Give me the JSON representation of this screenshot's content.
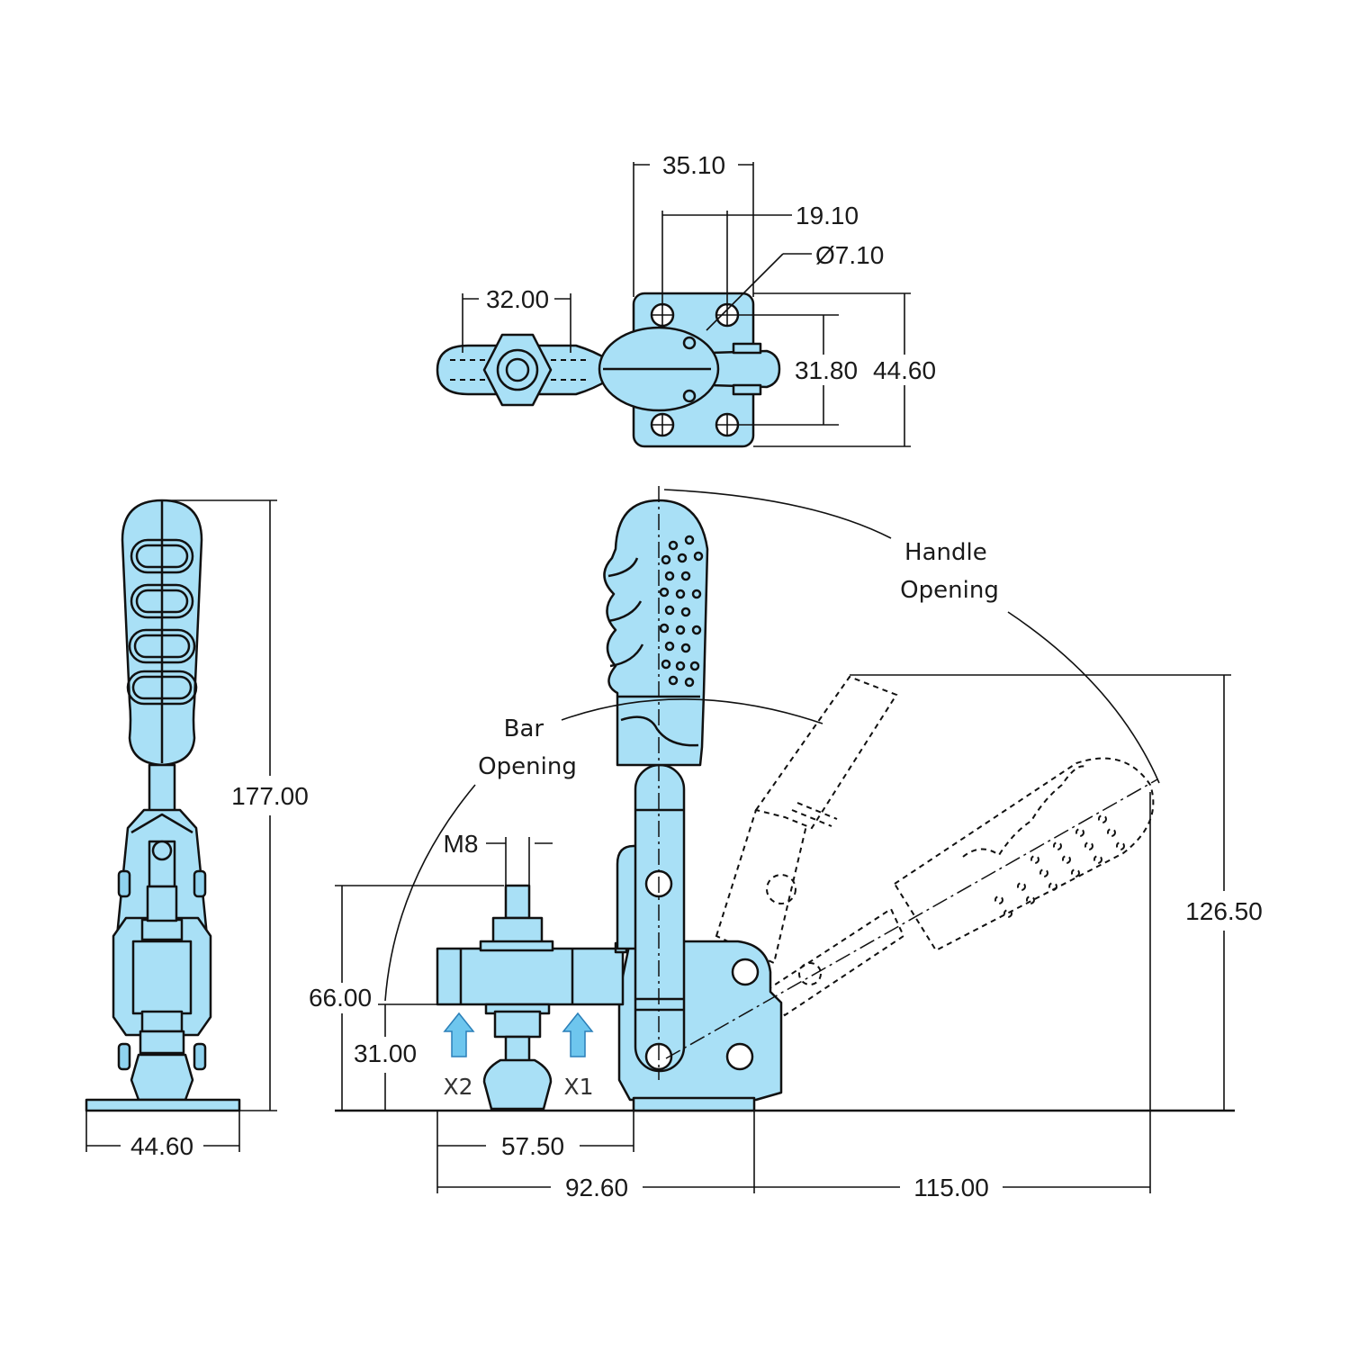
{
  "colors": {
    "part_fill": "#a9e0f6",
    "line": "#111111",
    "arrow_fill": "#6ec6ee"
  },
  "top_view": {
    "dim_35_10": "35.10",
    "dim_19_10": "19.10",
    "dim_hole_dia": "Ø7.10",
    "dim_32_00": "32.00",
    "dim_31_80": "31.80",
    "dim_44_60": "44.60"
  },
  "side_view": {
    "dim_177_00": "177.00",
    "dim_44_60_base": "44.60"
  },
  "front_view": {
    "label_handle_opening": [
      "Handle",
      "Opening"
    ],
    "label_bar_opening": [
      "Bar",
      "Opening"
    ],
    "label_thread": "M8",
    "dim_66_00": "66.00",
    "dim_31_00": "31.00",
    "label_x2": "X2",
    "label_x1": "X1",
    "dim_57_50": "57.50",
    "dim_92_60": "92.60",
    "dim_115_00": "115.00",
    "dim_126_50": "126.50"
  }
}
